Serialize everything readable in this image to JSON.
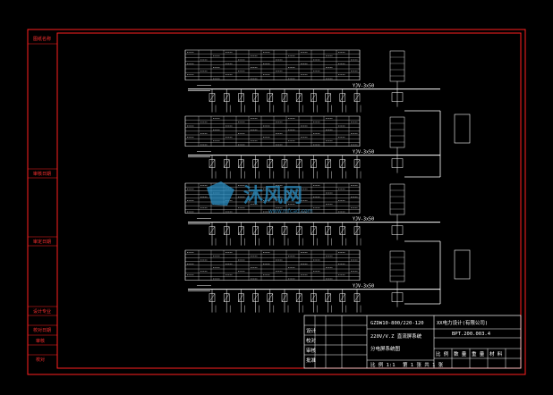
{
  "colors": {
    "background": "#000000",
    "frame": "#ff2020",
    "lines": "#ffffff",
    "bus": "#ffffff",
    "watermark": "#2a8fc4"
  },
  "margin_labels": [
    "图纸名称",
    "审核日期",
    "审定日期",
    "设计专业",
    "校对日期",
    "审核",
    "校对"
  ],
  "cabinets": [
    {
      "id": "1",
      "bus_label": "YJV-3x50"
    },
    {
      "id": "2",
      "bus_label": "YJV-3x50"
    },
    {
      "id": "3",
      "bus_label": "YJV-3x50"
    },
    {
      "id": "4",
      "bus_label": "YJV-3x50"
    }
  ],
  "title_block": {
    "spec": "GZDW10-800/220-120",
    "system_name": "220V/V.Z 直流屏系统",
    "drawing_name": "分电屏系统图",
    "company": "XX电力设计(有限公司)",
    "drawing_no": "BPT.200.003.4",
    "scale_label": "比 例 1:1",
    "sheet_label": "第 1 张 共 1 张",
    "row_labels": [
      "设计",
      "校对",
      "审核",
      "批准"
    ],
    "small_cells": [
      "比 例",
      "数 量",
      "重 量",
      "材 料",
      "共 张",
      "第 张"
    ]
  },
  "watermark": {
    "text": "沐风网",
    "url": "www.mfcad.com"
  }
}
